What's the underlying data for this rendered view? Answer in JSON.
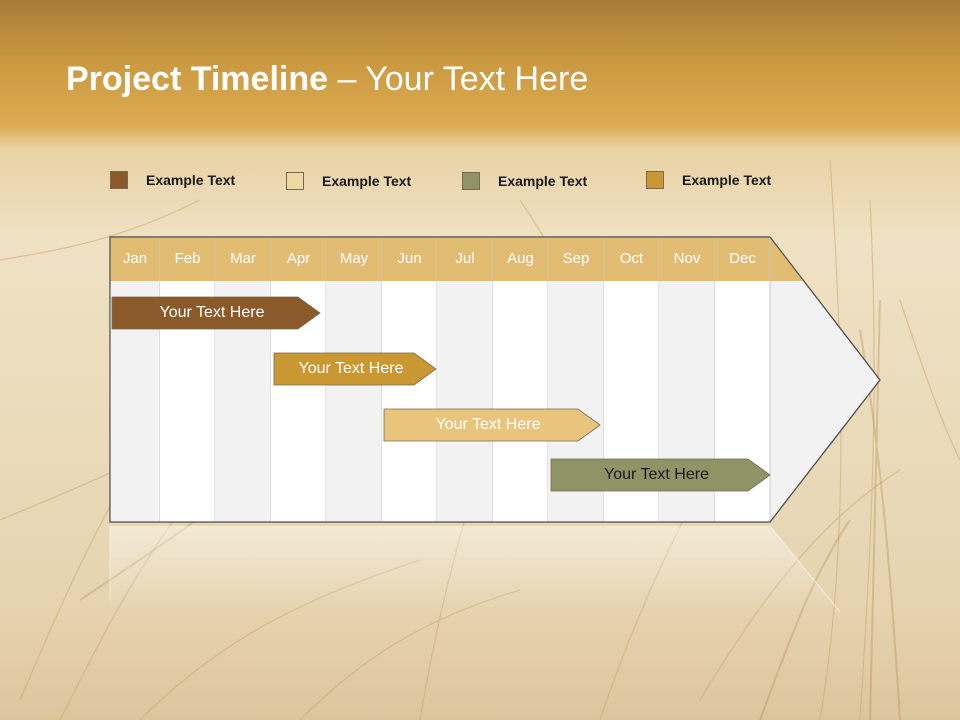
{
  "slide": {
    "title_bold": "Project Timeline",
    "title_rest": " – Your Text Here"
  },
  "legend": [
    {
      "label": "Example Text",
      "color": "#8b5a2b"
    },
    {
      "label": "Example Text",
      "color": "#efd9a2"
    },
    {
      "label": "Example Text",
      "color": "#8e9466"
    },
    {
      "label": "Example Text",
      "color": "#c99833"
    }
  ],
  "months": [
    "Jan",
    "Feb",
    "Mar",
    "Apr",
    "May",
    "Jun",
    "Jul",
    "Aug",
    "Sep",
    "Oct",
    "Nov",
    "Dec"
  ],
  "tasks": [
    {
      "label": "Your  Text Here",
      "color": "#8b5a2b",
      "text_color": "#ffffff",
      "start_month": "Jan",
      "end_month": "Apr"
    },
    {
      "label": "Your  Text Here",
      "color": "#c99833",
      "text_color": "#ffffff",
      "start_month": "Apr",
      "end_month": "Jun"
    },
    {
      "label": "Your  Text Here",
      "color": "#e9c47d",
      "text_color": "#ffffff",
      "start_month": "Jun",
      "end_month": "Sep"
    },
    {
      "label": "Your  Text Here",
      "color": "#8e9466",
      "text_color": "#1a1a1a",
      "start_month": "Sep",
      "end_month": "Dec"
    }
  ],
  "colors": {
    "header_row": "#e3bc74",
    "column_light": "#f2f2f2",
    "column_white": "#ffffff",
    "grid_line": "#c8c8c8"
  }
}
